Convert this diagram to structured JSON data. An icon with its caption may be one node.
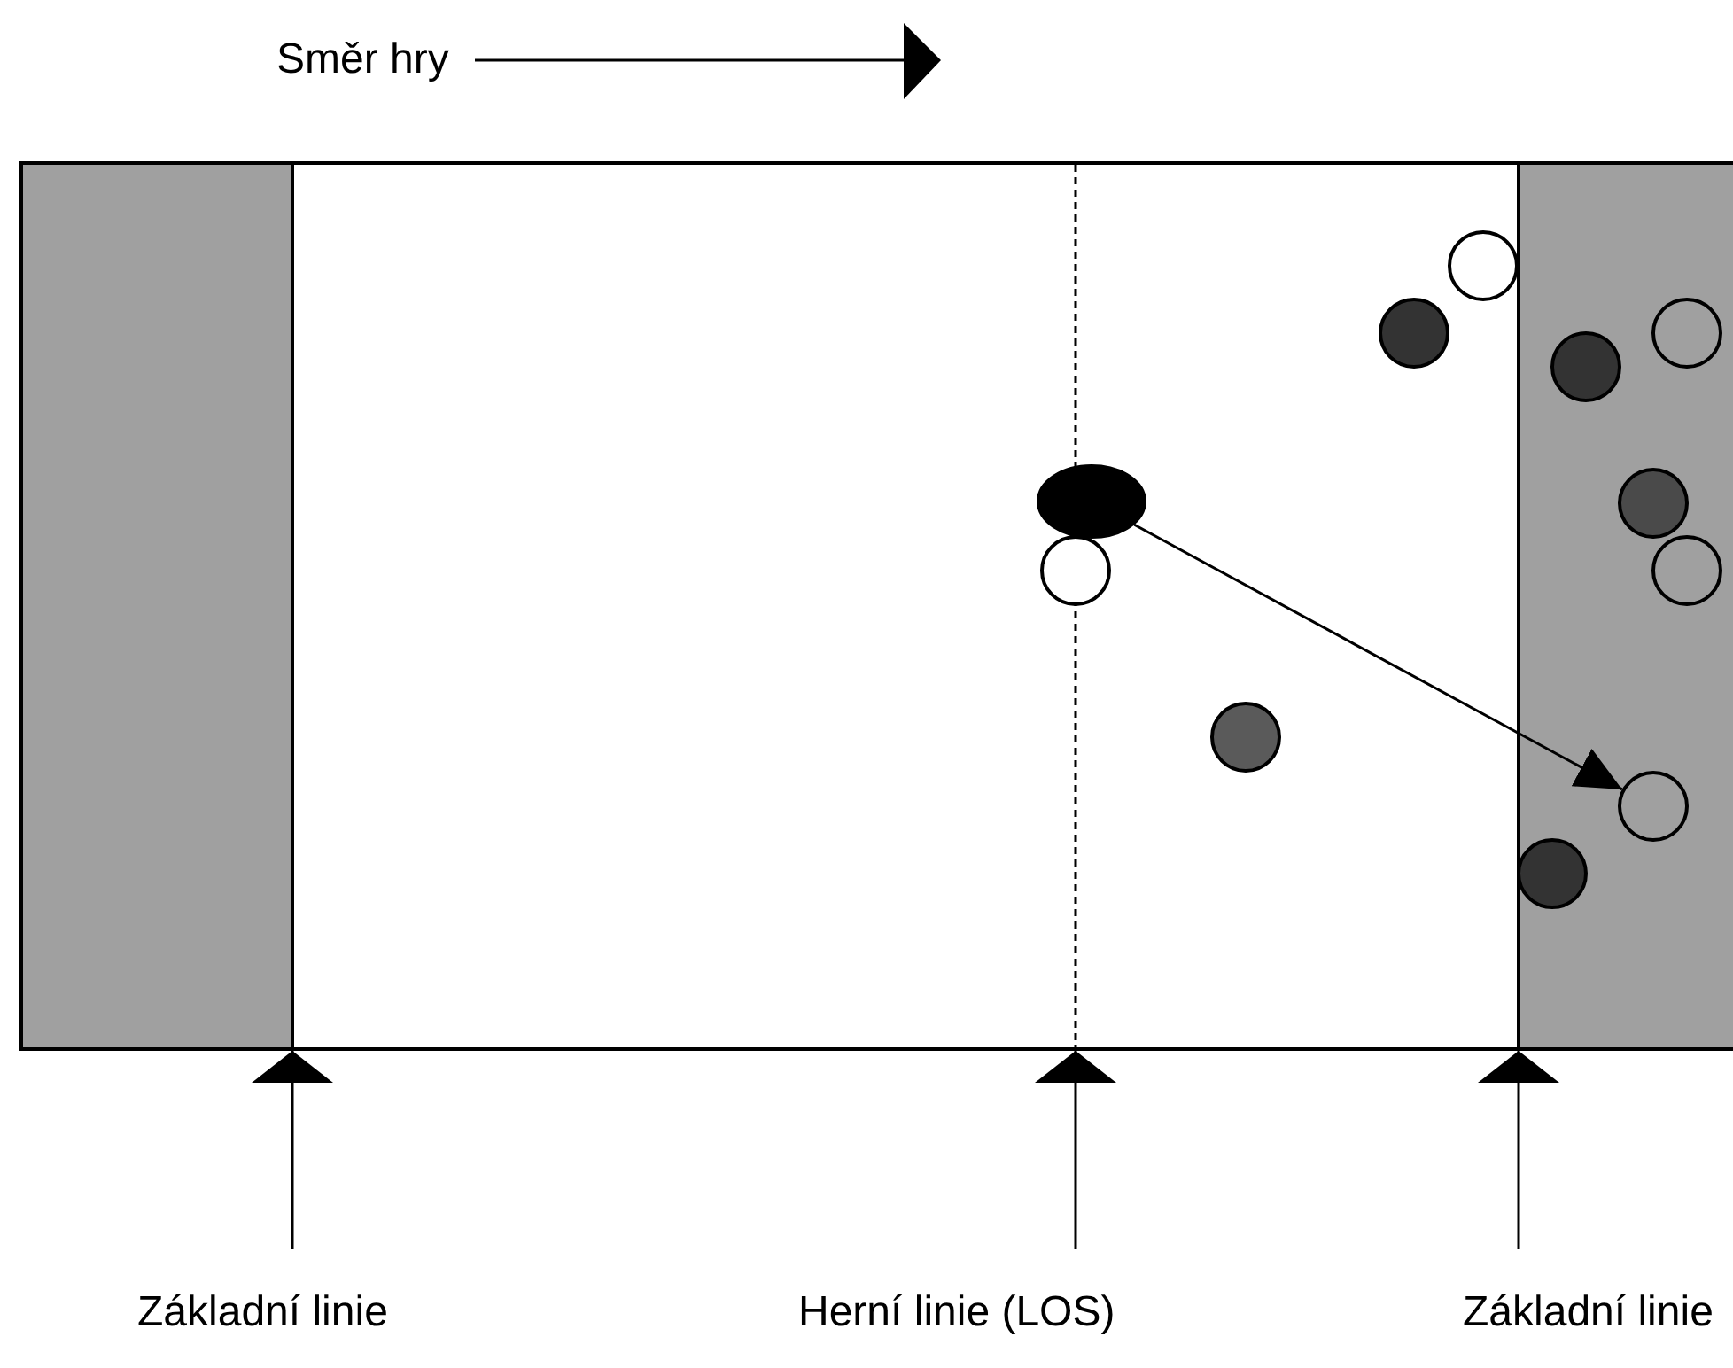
{
  "diagram": {
    "nodes": [
      {
        "text": [],
        "shape": "box"
      },
      {
        "text": [],
        "shape": "box"
      },
      {
        "text": [],
        "shape": "line"
      },
      {
        "text": [],
        "shape": "ellipse"
      },
      {
        "text": [],
        "shape": "circle"
      },
      {
        "text": [],
        "shape": "circle",
        "in": 1
      },
      {
        "text": [],
        "shape": "circle"
      },
      {
        "text": [],
        "shape": "circle",
        "in": 1
      },
      {
        "text": [],
        "shape": "circle",
        "in": 1
      },
      {
        "text": [],
        "shape": "circle"
      },
      {
        "text": [],
        "shape": "circle",
        "in": 1
      },
      {
        "text": [],
        "shape": "circle"
      },
      {
        "text": [],
        "shape": "circle",
        "in": 1
      },
      {
        "text": [],
        "shape": "circle",
        "in": 1
      },
      {
        "text": [
          "Základní linie"
        ]
      },
      {
        "text": [
          "Herní linie (LOS)"
        ]
      },
      {
        "text": [
          "Základní linie"
        ]
      }
    ],
    "edges": [
      {
        "from": 3,
        "to": 12,
        "arrow": "to"
      },
      {
        "from": 14,
        "to": 0,
        "arrow": "to"
      },
      {
        "from": 15,
        "to": 2,
        "arrow": "to"
      },
      {
        "from": 16,
        "to": 1,
        "arrow": "to"
      }
    ],
    "labels": [
      "Směr hry"
    ]
  }
}
